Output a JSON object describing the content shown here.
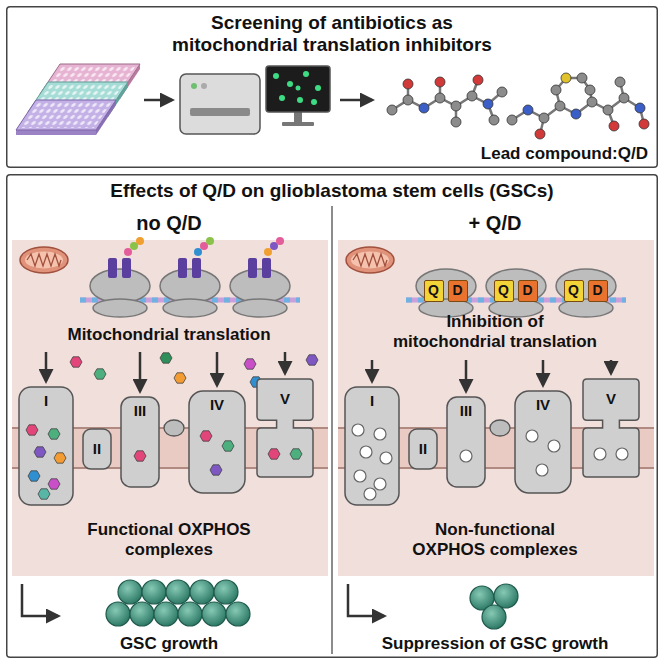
{
  "diagram": {
    "nodes": [
      {
        "text": [
          "Screening of antibiotics as mitochondrial translation inhibitors",
          "Lead compound:Q/D"
        ]
      },
      {
        "text": [
          "Effects of Q/D on glioblastoma stem cells (GSCs)"
        ]
      },
      {
        "text": [
          "no Q/D",
          "Mitochondrial translation",
          "Functional OXPHOS complexes",
          "GSC growth"
        ],
        "in": 1
      },
      {
        "text": [
          "I"
        ],
        "in": 2
      },
      {
        "text": [
          "II"
        ],
        "in": 2
      },
      {
        "text": [
          "III"
        ],
        "in": 2
      },
      {
        "text": [
          "IV"
        ],
        "in": 2
      },
      {
        "text": [
          "V"
        ],
        "in": 2
      },
      {
        "text": [
          "+ Q/D",
          "Inhibition of mitochondrial translation",
          "Non-functional OXPHOS complexes",
          "Suppression of GSC growth"
        ],
        "in": 1
      },
      {
        "text": [
          "Q"
        ],
        "in": 8
      },
      {
        "text": [
          "D"
        ],
        "in": 8
      },
      {
        "text": [
          "Q"
        ],
        "in": 8
      },
      {
        "text": [
          "D"
        ],
        "in": 8
      },
      {
        "text": [
          "Q"
        ],
        "in": 8
      },
      {
        "text": [
          "D"
        ],
        "in": 8
      },
      {
        "text": [
          "I"
        ],
        "in": 8
      },
      {
        "text": [
          "II"
        ],
        "in": 8
      },
      {
        "text": [
          "III"
        ],
        "in": 8
      },
      {
        "text": [
          "IV"
        ],
        "in": 8
      },
      {
        "text": [
          "V"
        ],
        "in": 8
      }
    ]
  }
}
